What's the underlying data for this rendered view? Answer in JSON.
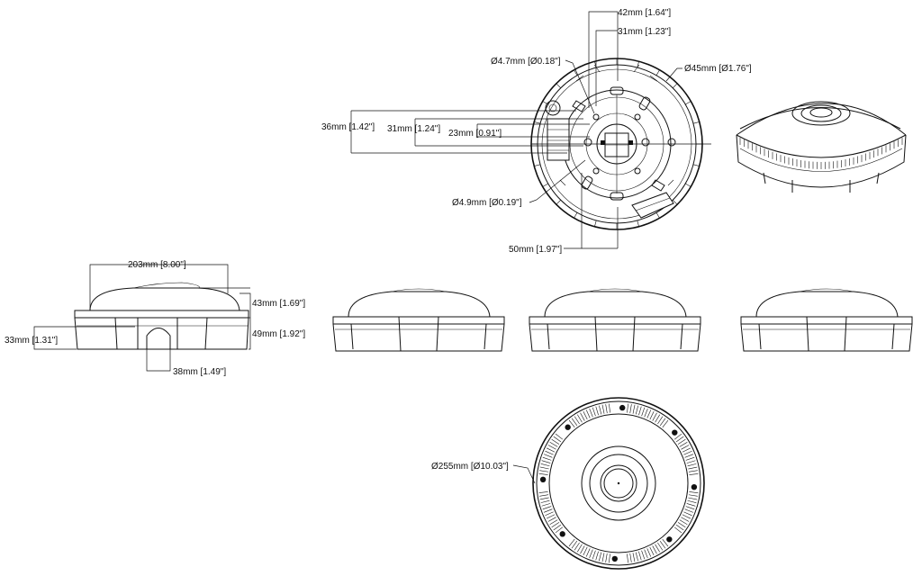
{
  "labels": {
    "top_42": "42mm [1.64\"]",
    "top_31": "31mm [1.23\"]",
    "hole_47": "Ø4.7mm [Ø0.18\"]",
    "dia_45": "Ø45mm [Ø1.76\"]",
    "h_36": "36mm [1.42\"]",
    "h_31": "31mm [1.24\"]",
    "h_23": "23mm [0.91\"]",
    "hole_49": "Ø4.9mm [Ø0.19\"]",
    "dim_50": "50mm [1.97\"]",
    "width_203": "203mm [8.00\"]",
    "height_43": "43mm [1.69\"]",
    "height_49": "49mm [1.92\"]",
    "height_33": "33mm [1.31\"]",
    "width_38": "38mm [1.49\"]",
    "dia_255": "Ø255mm [Ø10.03\"]"
  }
}
